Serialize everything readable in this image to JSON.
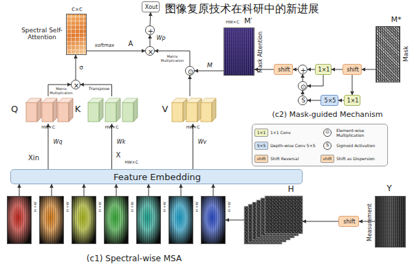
{
  "diagram": {
    "title": "图像复原技术在科研中的新进展",
    "nodes": [
      {
        "text": [
          "Xout"
        ]
      },
      {
        "text": [
          "+"
        ]
      },
      {
        "text": [
          "×"
        ]
      },
      {
        "text": [
          "C×C",
          "Spectral Self-Attention"
        ]
      },
      {
        "text": [
          "M′",
          "Mask Attention"
        ]
      },
      {
        "text": [
          "M*",
          "Mask"
        ]
      },
      {
        "text": [
          "shift"
        ]
      },
      {
        "text": [
          "+"
        ]
      },
      {
        "text": [
          "1×1"
        ]
      },
      {
        "text": [
          "shift"
        ]
      },
      {
        "text": [
          "⊙"
        ]
      },
      {
        "text": [
          "×"
        ]
      },
      {
        "text": [
          "⊙"
        ]
      },
      {
        "text": [
          "S"
        ]
      },
      {
        "text": [
          "5×5"
        ]
      },
      {
        "text": [
          "1×1"
        ]
      },
      {
        "text": [
          "Q",
          "HW×C"
        ]
      },
      {
        "text": [
          "K",
          "HW×C"
        ]
      },
      {
        "text": [
          "V",
          "HW×C"
        ]
      },
      {
        "text": [
          "Feature Embedding"
        ]
      },
      {
        "text": [
          "H×W"
        ]
      },
      {
        "text": [
          "H×W"
        ]
      },
      {
        "text": [
          "H×W"
        ]
      },
      {
        "text": [
          "H×W"
        ]
      },
      {
        "text": [
          "H×W"
        ]
      },
      {
        "text": [
          "H×W"
        ]
      },
      {
        "text": [
          "H×W"
        ]
      },
      {
        "text": [
          "H"
        ]
      },
      {
        "text": [
          "shift"
        ]
      },
      {
        "text": [
          "Y",
          "Measurement"
        ]
      }
    ],
    "edges": [
      {
        "from": 29,
        "to": 28,
        "arrow": "to"
      },
      {
        "from": 28,
        "to": 27,
        "arrow": "to"
      },
      {
        "from": 27,
        "to": 26,
        "arrow": "to"
      },
      {
        "from": 20,
        "to": 19,
        "arrow": "to"
      },
      {
        "from": 21,
        "to": 19,
        "arrow": "to"
      },
      {
        "from": 22,
        "to": 19,
        "arrow": "to"
      },
      {
        "from": 23,
        "to": 19,
        "arrow": "to"
      },
      {
        "from": 24,
        "to": 19,
        "arrow": "to"
      },
      {
        "from": 25,
        "to": 19,
        "arrow": "to"
      },
      {
        "from": 26,
        "to": 19,
        "arrow": "to"
      },
      {
        "from": 19,
        "to": 16,
        "label": "Wq",
        "arrow": "to"
      },
      {
        "from": 19,
        "to": 17,
        "label": "Wk",
        "arrow": "to"
      },
      {
        "from": 19,
        "to": 18,
        "label": "Wv",
        "arrow": "to"
      },
      {
        "from": 16,
        "to": 11,
        "arrow": "to"
      },
      {
        "from": 17,
        "to": 11,
        "label": "Transpose",
        "arrow": "to"
      },
      {
        "from": 11,
        "to": 3,
        "arrow": "to"
      },
      {
        "from": 3,
        "to": 2,
        "label": "softmax",
        "arrow": "to"
      },
      {
        "from": 18,
        "to": 10,
        "arrow": "to"
      },
      {
        "from": 4,
        "to": 10,
        "label": "M",
        "arrow": "to"
      },
      {
        "from": 10,
        "to": 2,
        "arrow": "to"
      },
      {
        "from": 2,
        "to": 1,
        "label": "Wp",
        "arrow": "to"
      },
      {
        "from": 1,
        "to": 0,
        "arrow": "to"
      },
      {
        "from": 5,
        "to": 9,
        "arrow": "to"
      },
      {
        "from": 9,
        "to": 8,
        "arrow": "to"
      },
      {
        "from": 8,
        "to": 7,
        "arrow": "to"
      },
      {
        "from": 7,
        "to": 6,
        "arrow": "to"
      },
      {
        "from": 6,
        "to": 4,
        "arrow": "to"
      },
      {
        "from": 8,
        "to": 12,
        "arrow": "to"
      },
      {
        "from": 9,
        "to": 15,
        "arrow": "to"
      },
      {
        "from": 15,
        "to": 14,
        "arrow": "to"
      },
      {
        "from": 14,
        "to": 13,
        "arrow": "to"
      },
      {
        "from": 13,
        "to": 12,
        "arrow": "to"
      },
      {
        "from": 12,
        "to": 7,
        "arrow": "to"
      }
    ],
    "labels": [
      "A",
      "Matrix Multiplication",
      "Matrix Multiplication",
      "σ",
      "Xin",
      "X",
      "HW×C",
      "HW×C",
      "HW×C",
      "(c1) Spectral-wise MSA",
      "(c2) Mask-guided Mechanism",
      "1×1",
      "⊙",
      "5×5",
      "S",
      "shift",
      "shift"
    ],
    "legend": [
      {
        "text": "1×1 Conv",
        "color": "#eef3c4"
      },
      {
        "text": "Element-wise Multiplication"
      },
      {
        "text": "Depth-wise Conv 5×5",
        "color": "#cde0f6"
      },
      {
        "text": "Sigmoid Activation"
      },
      {
        "text": "Shift Reversal",
        "color": "#fcd9b6"
      },
      {
        "text": "Shift as Dispersion",
        "color": "#fcd9b6"
      }
    ]
  }
}
